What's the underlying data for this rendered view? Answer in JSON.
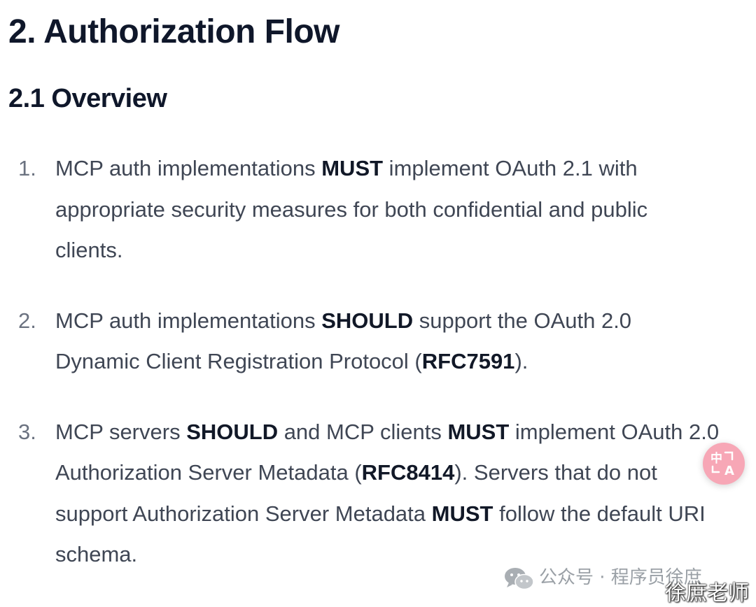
{
  "heading": "2. Authorization Flow",
  "subheading": "2.1 Overview",
  "items": [
    {
      "number": "1.",
      "parts": [
        "MCP auth implementations ",
        "MUST",
        " implement OAuth 2.1 with appropriate security measures for both confidential and public clients."
      ]
    },
    {
      "number": "2.",
      "parts": [
        "MCP auth implementations ",
        "SHOULD",
        " support the OAuth 2.0 Dynamic Client Registration Protocol (",
        "RFC7591",
        ")."
      ]
    },
    {
      "number": "3.",
      "parts": [
        "MCP servers ",
        "SHOULD",
        " and MCP clients ",
        "MUST",
        " implement OAuth 2.0 Authorization Server Metadata (",
        "RFC8414",
        "). Servers that do not support Authorization Server Metadata ",
        "MUST",
        " follow the default URI schema."
      ]
    }
  ],
  "translate_button": {
    "icon": "translate-icon",
    "glyph_cn": "中",
    "glyph_en": "A",
    "color": "#f7a7b6"
  },
  "watermark": {
    "icon": "wechat-icon",
    "line1": "公众号 · 程序员徐庶",
    "line2": "徐庶老师"
  }
}
